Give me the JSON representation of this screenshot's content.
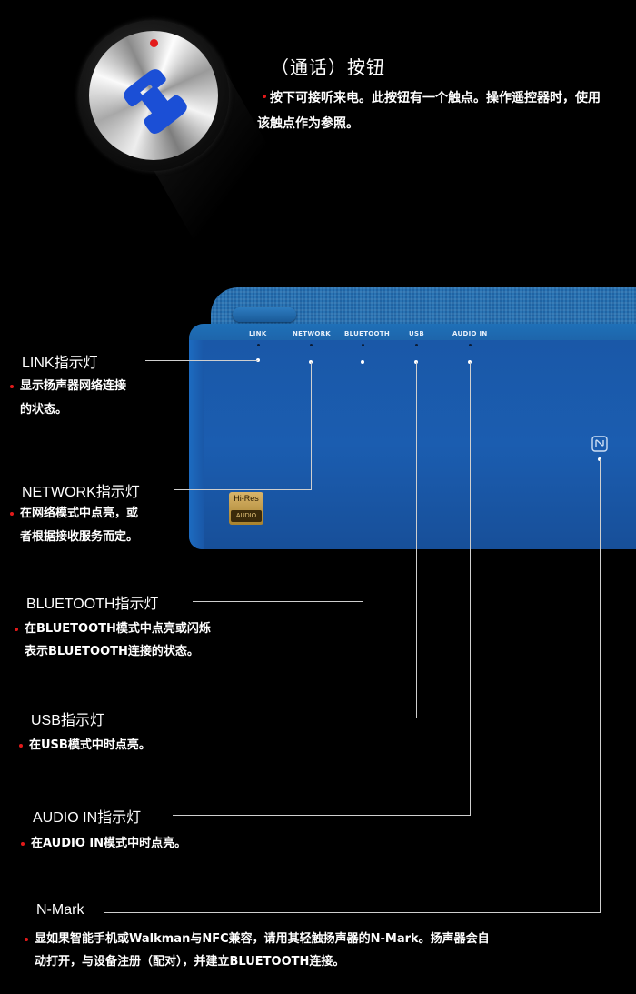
{
  "call": {
    "title": "（通话）按钮",
    "desc": "按下可接听来电。此按钮有一个触点。操作遥控器时，使用该触点作为参照。"
  },
  "speaker": {
    "led_labels": [
      "LINK",
      "NETWORK",
      "BLUETOOTH",
      "USB",
      "AUDIO IN"
    ],
    "hires_top": "Hi-Res",
    "hires_bottom": "AUDIO",
    "body_color": "#1a58a8"
  },
  "callouts": [
    {
      "label": "LINK指示灯",
      "desc1": "显示扬声器网络连接",
      "desc2": "的状态。"
    },
    {
      "label": "NETWORK指示灯",
      "desc1": "在网络模式中点亮，或",
      "desc2": "者根据接收服务而定。"
    },
    {
      "label": "BLUETOOTH指示灯",
      "desc1": "在BLUETOOTH模式中点亮或闪烁",
      "desc2": "表示BLUETOOTH连接的状态。"
    },
    {
      "label": "USB指示灯",
      "desc1": "在USB模式中时点亮。",
      "desc2": ""
    },
    {
      "label": "AUDIO IN指示灯",
      "desc1": "在AUDIO IN模式中时点亮。",
      "desc2": ""
    },
    {
      "label": "N-Mark",
      "desc1": "显如果智能手机或Walkman与NFC兼容，请用其轻触扬声器的N-Mark。扬声器会自",
      "desc2": "动打开，与设备注册（配对），并建立BLUETOOTH连接。"
    }
  ],
  "colors": {
    "accent_red": "#e31a1a",
    "background": "#000000"
  },
  "icons": [
    "phone-icon",
    "nfc-icon"
  ]
}
